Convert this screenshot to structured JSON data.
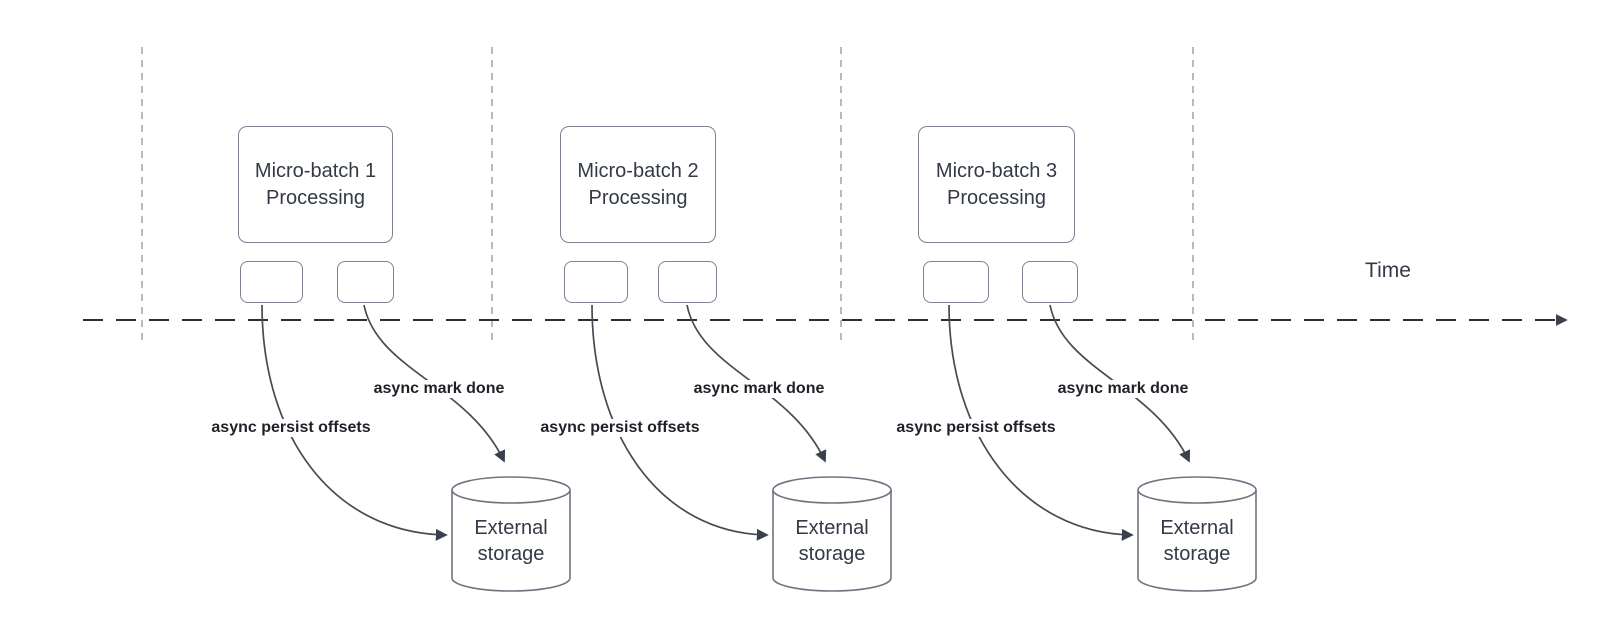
{
  "timeline": {
    "label": "Time"
  },
  "groups": [
    {
      "box_title_line1": "Micro-batch 1",
      "box_title_line2": "Processing",
      "persist_label": "async persist offsets",
      "mark_done_label": "async mark done",
      "storage_title_line1": "External",
      "storage_title_line2": "storage"
    },
    {
      "box_title_line1": "Micro-batch 2",
      "box_title_line2": "Processing",
      "persist_label": "async persist offsets",
      "mark_done_label": "async mark done",
      "storage_title_line1": "External",
      "storage_title_line2": "storage"
    },
    {
      "box_title_line1": "Micro-batch 3",
      "box_title_line2": "Processing",
      "persist_label": "async persist offsets",
      "mark_done_label": "async mark done",
      "storage_title_line1": "External",
      "storage_title_line2": "storage"
    }
  ],
  "colors": {
    "curve_line": "#454b55",
    "arrowhead_fill": "#3a404c",
    "timeline_line": "#2e2e2e",
    "tick_line": "#a8a8a8",
    "node_border": "#7b8290",
    "cylinder_border": "#6e7580",
    "node_text": "#333a47",
    "edge_label_text": "#1e2228",
    "background": "#ffffff"
  }
}
